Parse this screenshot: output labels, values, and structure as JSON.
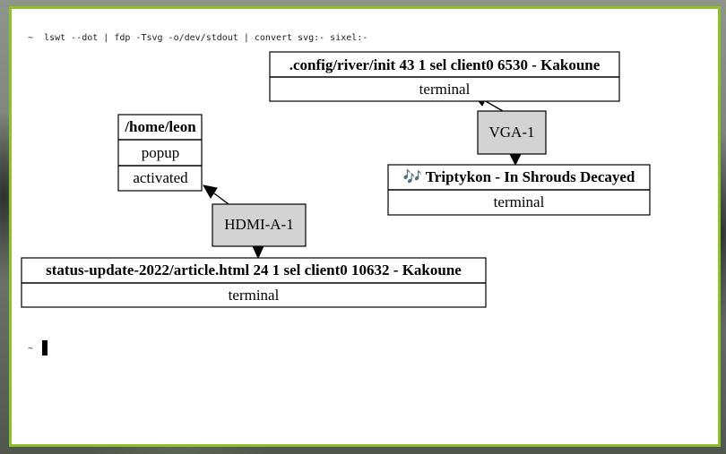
{
  "terminal": {
    "command_prompt": "~",
    "command": "lswt --dot | fdp -Tsvg -o/dev/stdout | convert svg:- sixel:-",
    "second_prompt": "~"
  },
  "graph": {
    "nodes": {
      "kakoune_river": {
        "title": ".config/river/init 43 1 sel  client0 6530  - Kakoune",
        "app": "terminal"
      },
      "vga_output": {
        "label": "VGA-1"
      },
      "triptykon": {
        "title": "🎶 Triptykon - In Shrouds Decayed",
        "app": "terminal"
      },
      "home_leon": {
        "title": "/home/leon",
        "row1": "popup",
        "row2": "activated"
      },
      "hdmi_output": {
        "label": "HDMI-A-1"
      },
      "kakoune_status": {
        "title": "status-update-2022/article.html 24 1 sel  client0 10632  - Kakoune",
        "app": "terminal"
      }
    }
  },
  "colors": {
    "window_border": "#8fbf2b",
    "output_node_fill": "#d3d3d3"
  }
}
